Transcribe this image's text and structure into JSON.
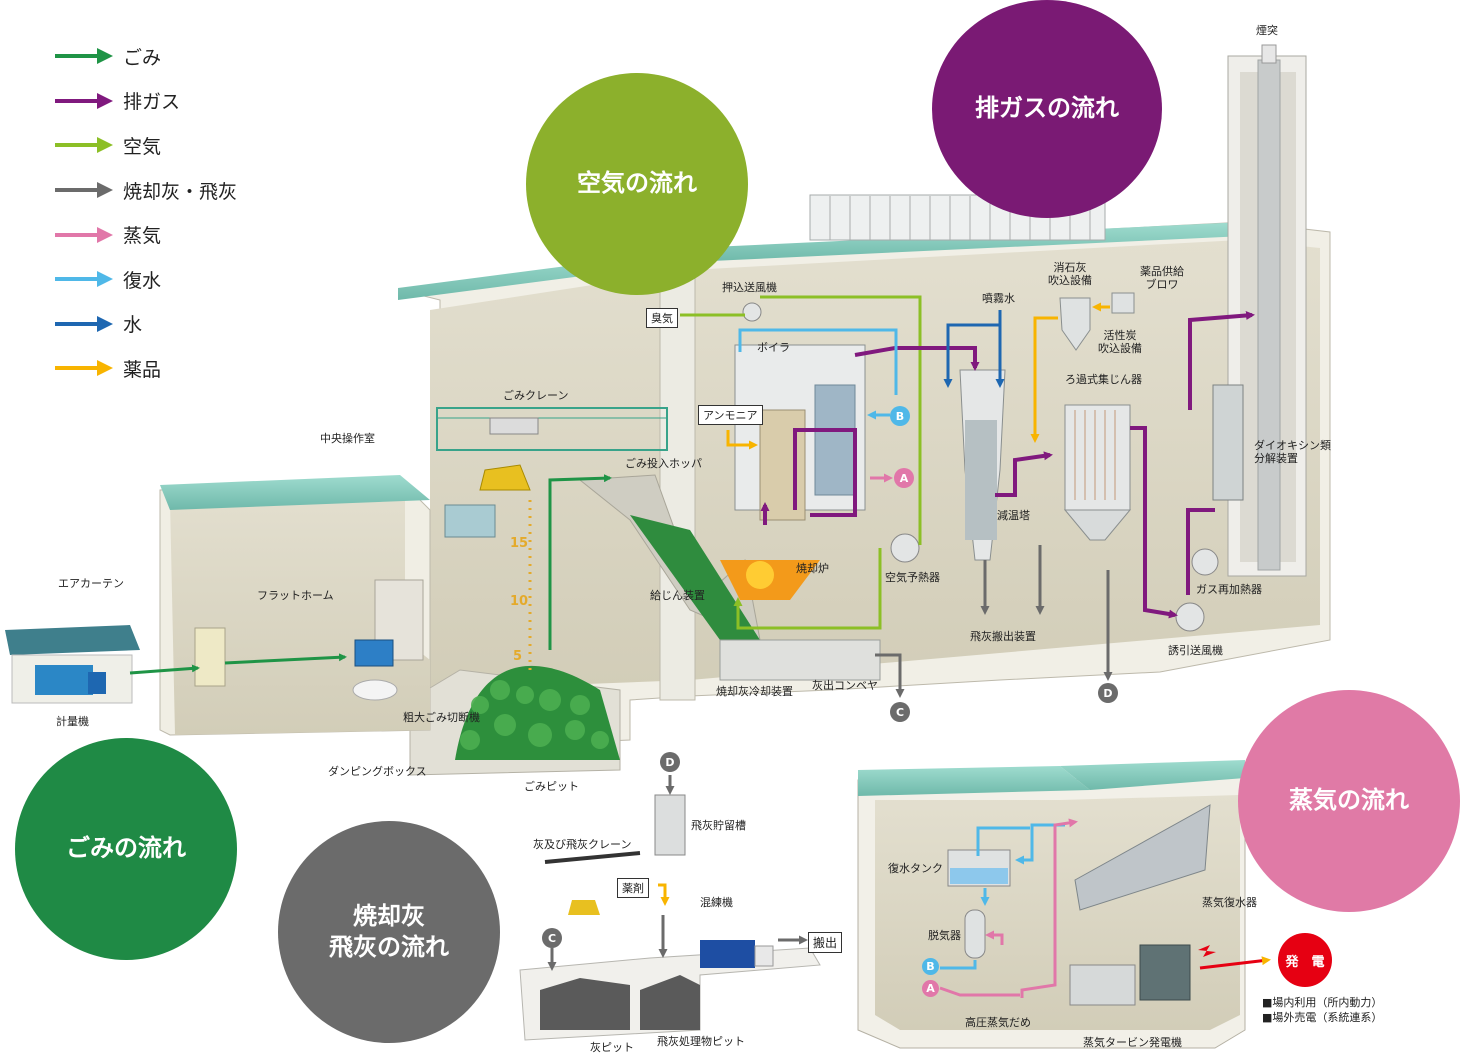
{
  "legend": [
    {
      "label": "ごみ",
      "color": "#1f9446"
    },
    {
      "label": "排ガス",
      "color": "#80197e"
    },
    {
      "label": "空気",
      "color": "#8cbf26"
    },
    {
      "label": "焼却灰・飛灰",
      "color": "#6b6b6b"
    },
    {
      "label": "蒸気",
      "color": "#e177a9"
    },
    {
      "label": "復水",
      "color": "#4fb8e8"
    },
    {
      "label": "水",
      "color": "#1e67b1"
    },
    {
      "label": "薬品",
      "color": "#f8b400"
    }
  ],
  "circles": {
    "air": {
      "line1": "空気の流れ",
      "line2": "",
      "color": "#8cb02c"
    },
    "exhaust": {
      "line1": "排ガスの流れ",
      "line2": "",
      "color": "#7a1a74"
    },
    "waste": {
      "line1": "ごみの流れ",
      "line2": "",
      "color": "#1f8a45"
    },
    "ash": {
      "line1": "焼却灰",
      "line2": "飛灰の流れ",
      "color": "#6b6b6b"
    },
    "steam": {
      "line1": "蒸気の流れ",
      "line2": "",
      "color": "#e07aa6"
    }
  },
  "labels": {
    "chimney": "煙突",
    "slaked_lime": "消石灰\n吹込設備",
    "chem_blower": "薬品供給\nブロワ",
    "spray_water": "噴霧水",
    "push_fan": "押込送風機",
    "odor": "臭気",
    "boiler": "ボイラ",
    "activated_carbon": "活性炭\n吹込設備",
    "bag_filter": "ろ過式集じん器",
    "ammonia": "アンモニア",
    "crane": "ごみクレーン",
    "control_room": "中央操作室",
    "hopper": "ごみ投入ホッパ",
    "dioxin": "ダイオキシン類\n分解装置",
    "cooling_tower": "減温塔",
    "incinerator": "焼却炉",
    "air_preheater": "空気予熱器",
    "gas_reheater": "ガス再加熱器",
    "air_curtain": "エアカーテン",
    "platform": "フラットホーム",
    "feeder": "給じん装置",
    "fly_ash_conveyor": "飛灰搬出装置",
    "induced_fan": "誘引送風機",
    "ash_cooler": "焼却灰冷却装置",
    "ash_conveyor": "灰出コンベヤ",
    "scale": "計量機",
    "crusher": "粗大ごみ切断機",
    "dumping_box": "ダンピングボックス",
    "pit": "ごみピット",
    "fly_ash_silo": "飛灰貯留槽",
    "ash_crane": "灰及び飛灰クレーン",
    "chemical": "薬剤",
    "mixer": "混練機",
    "carry_out": "搬出",
    "ash_pit": "灰ピット",
    "treated_pit": "飛灰処理物ピット",
    "condensate_tank": "復水タンク",
    "condenser": "蒸気復水器",
    "deaerator": "脱気器",
    "hp_header": "高圧蒸気だめ",
    "turbine": "蒸気タービン発電機",
    "power": "発　電",
    "use1": "■場内利用（所内動力）",
    "use2": "■場外売電（系統連系）"
  },
  "markers": {
    "a": "A",
    "b": "B",
    "c": "C",
    "d": "D"
  },
  "scale_marks": [
    "15",
    "10",
    "5"
  ]
}
